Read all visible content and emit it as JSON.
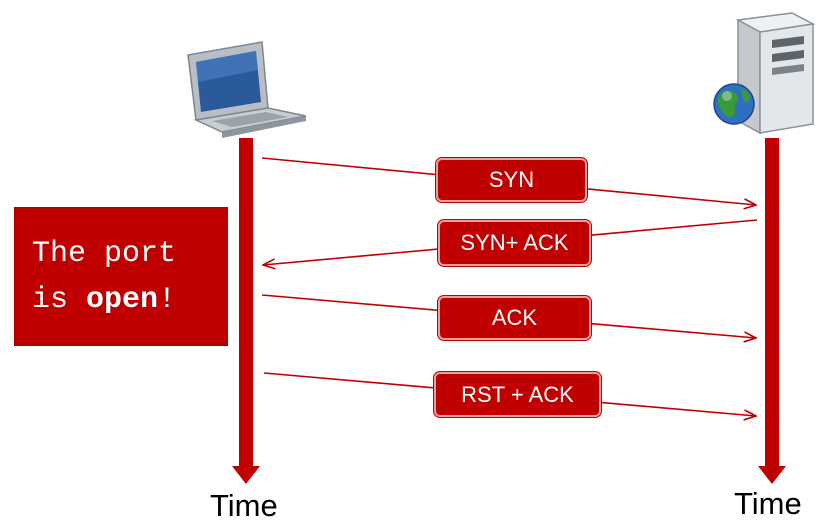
{
  "colors": {
    "accent": "#c00000",
    "box_border": "#e8a0a0"
  },
  "left_host": {
    "icon": "laptop-icon",
    "time_label": "Time"
  },
  "right_host": {
    "icon": "server-globe-icon",
    "time_label": "Time"
  },
  "messages": [
    {
      "label": "SYN",
      "direction": "client-to-server"
    },
    {
      "label": "SYN+ ACK",
      "direction": "server-to-client"
    },
    {
      "label": "ACK",
      "direction": "client-to-server"
    },
    {
      "label": "RST + ACK",
      "direction": "client-to-server"
    }
  ],
  "note": {
    "line1": "The port",
    "line2_prefix": "is ",
    "line2_bold": "open",
    "line2_suffix": "!"
  }
}
